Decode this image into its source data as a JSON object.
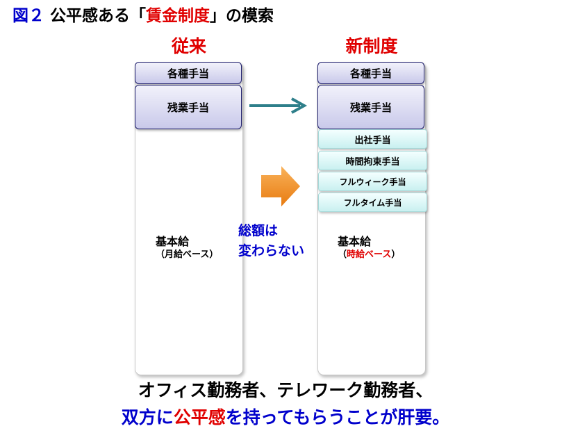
{
  "title": {
    "label": "図２",
    "text_before": " 公平感ある「",
    "highlight": "賃金制度",
    "text_after": "」の模索"
  },
  "left_column": {
    "header": "従来",
    "boxes": [
      "各種手当",
      "残業手当"
    ],
    "base_label": "基本給",
    "base_sub": "（月給ベース）"
  },
  "right_column": {
    "header": "新制度",
    "boxes": [
      "各種手当",
      "残業手当"
    ],
    "allowances": [
      "出社手当",
      "時間拘束手当",
      "フルウィーク手当",
      "フルタイム手当"
    ],
    "base_label": "基本給",
    "base_sub_open": "（",
    "base_sub_main": "時給ベース",
    "base_sub_close": "）"
  },
  "note": {
    "line1": "総額は",
    "line2": "変わらない"
  },
  "footer": {
    "line1": "オフィス勤務者、テレワーク勤務者、",
    "line2_part1": "双方に",
    "line2_part2": "公平感",
    "line2_part3": "を持ってもらうことが肝要。"
  },
  "colors": {
    "title_blue": "#0000cc",
    "accent_red": "#e00000",
    "teal_arrow": "#2e7f8a",
    "orange_arrow": "#f28a1c",
    "purple_box": "#c9c9ea",
    "cyan_box": "#c9f0f0"
  }
}
